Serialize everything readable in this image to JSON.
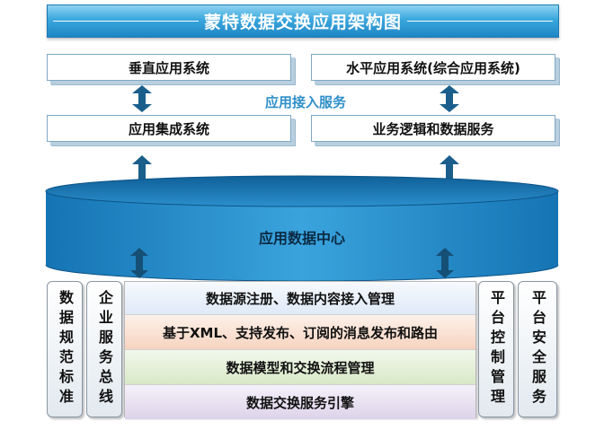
{
  "title": "蒙特数据交换应用架构图",
  "top_boxes": {
    "vertical": "垂直应用系统",
    "horizontal": "水平应用系统(综合应用系统)",
    "integration": "应用集成系统",
    "business": "业务逻辑和数据服务"
  },
  "service_label": "应用接入服务",
  "data_center": "应用数据中心",
  "left_columns": [
    "数据规范标准",
    "企业服务总线"
  ],
  "right_columns": [
    "平台控制管理",
    "平台安全服务"
  ],
  "layers": [
    "数据源注册、数据内容接入管理",
    "基于XML、支持发布、订阅的消息发布和路由",
    "数据模型和交换流程管理",
    "数据交换服务引擎"
  ],
  "colors": {
    "banner": "#2a96d2",
    "cylinder": "#1d86c4",
    "arrow": "#1a5f8c",
    "layer1": "#eaf1fb",
    "layer2": "#fbe3d6",
    "layer3": "#e4efd8",
    "layer4": "#e9e3f1"
  }
}
